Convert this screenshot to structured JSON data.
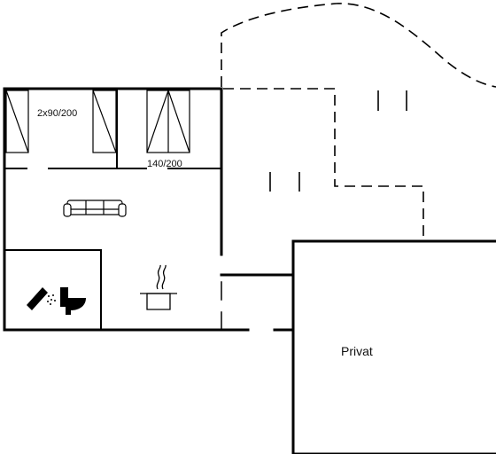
{
  "floor_plan": {
    "labels": {
      "bedroom_left": "2x90/200",
      "bedroom_right": "140/200",
      "private_area": "Privat"
    },
    "icons": [
      "bed-icon",
      "sofa-icon",
      "shower-icon",
      "toilet-icon",
      "cooking-pot-icon"
    ],
    "colors": {
      "wall": "#000000",
      "background": "#ffffff"
    }
  }
}
